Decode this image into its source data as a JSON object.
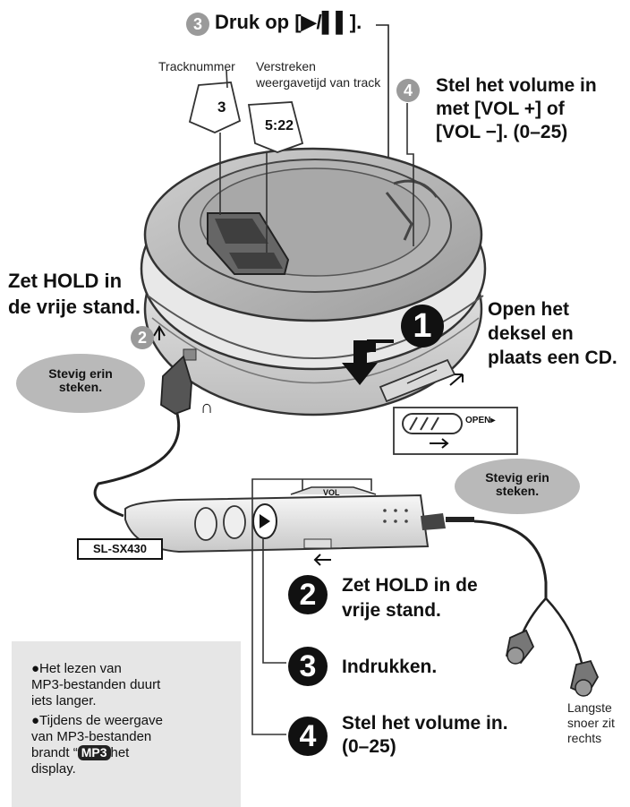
{
  "steps_top": {
    "step3_number": "3",
    "step3_text": "Druk op [▶/▌▌].",
    "step4_number": "4",
    "step4_line1": "Stel het volume in",
    "step4_line2": "met [VOL +] of",
    "step4_line3": "[VOL −]. (0–25)",
    "hold_line1": "Zet HOLD in",
    "hold_line2": "de vrije stand.",
    "hold_number": "2",
    "open_number": "1",
    "open_line1": "Open het",
    "open_line2": "deksel en",
    "open_line3": "plaats een CD."
  },
  "display_labels": {
    "track_label": "Tracknummer",
    "elapsed_label_a": "Verstreken",
    "elapsed_label_b": "weergavetijd van track",
    "track_value": "3",
    "time_value": "5:22"
  },
  "connectors": {
    "bubble_left_line1": "Stevig erin",
    "bubble_left_line2": "steken.",
    "bubble_right_line1": "Stevig erin",
    "bubble_right_line2": "steken.",
    "headphone_symbol": "∩",
    "open_slider": "OPEN▸",
    "remote_vol": "VOL",
    "model_name": "SL-SX430"
  },
  "steps_bottom": {
    "s2_number": "2",
    "s2_line1": "Zet HOLD in de",
    "s2_line2": "vrije stand.",
    "s3_number": "3",
    "s3_text": "Indrukken.",
    "s4_number": "4",
    "s4_line1": "Stel het volume in.",
    "s4_line2": "(0–25)"
  },
  "earphone_note": {
    "line1": "Langste",
    "line2": "snoer zit",
    "line3": "rechts"
  },
  "notes": {
    "n1_line1": "●Het lezen van",
    "n1_line2": "MP3-bestanden duurt",
    "n1_line3": "iets langer.",
    "n2_line1": "●Tijdens de weergave",
    "n2_line2": "van MP3-bestanden",
    "n2_line3_pre": "brandt “",
    "n2_mp3": "MP3",
    "n2_line3_post": "het",
    "n2_line4": "display."
  }
}
